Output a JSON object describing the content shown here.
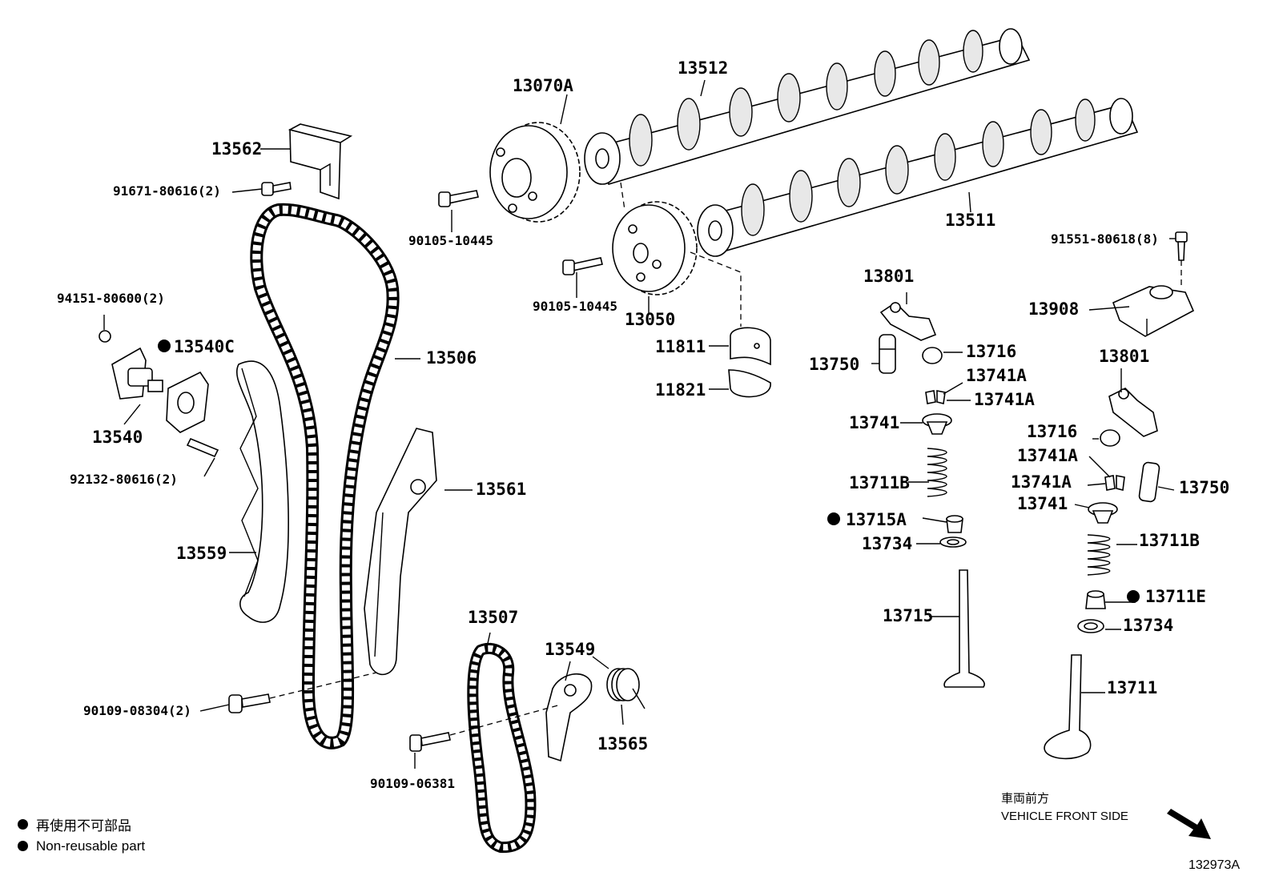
{
  "labels": {
    "l13070A": "13070A",
    "l13512": "13512",
    "l13562": "13562",
    "l91671": "91671-80616(2)",
    "l90105a": "90105-10445",
    "l90105b": "90105-10445",
    "l13050": "13050",
    "l13511": "13511",
    "l91551": "91551-80618(8)",
    "l13908": "13908",
    "l94151": "94151-80600(2)",
    "l13540C": "13540C",
    "l13540": "13540",
    "l92132": "92132-80616(2)",
    "l13506": "13506",
    "l13561": "13561",
    "l13559": "13559",
    "l11811": "11811",
    "l11821": "11821",
    "l13801a": "13801",
    "l13750a": "13750",
    "l13716a": "13716",
    "l13741Aa": "13741A",
    "l13741Ab": "13741A",
    "l13741a": "13741",
    "l13711Ba": "13711B",
    "l13715A": "13715A",
    "l13734a": "13734",
    "l13715": "13715",
    "l13801b": "13801",
    "l13716b": "13716",
    "l13741Ac": "13741A",
    "l13741Ad": "13741A",
    "l13741b": "13741",
    "l13750b": "13750",
    "l13711Bb": "13711B",
    "l13711E": "13711E",
    "l13734b": "13734",
    "l13711": "13711",
    "l13507": "13507",
    "l13549": "13549",
    "l13565": "13565",
    "l90109a": "90109-08304(2)",
    "l90109b": "90109-06381"
  },
  "legend": {
    "line1": "再使用不可部品",
    "line2": "Non-reusable part"
  },
  "direction": {
    "jp": "車両前方",
    "en": "VEHICLE FRONT SIDE"
  },
  "diagram_code": "132973A"
}
